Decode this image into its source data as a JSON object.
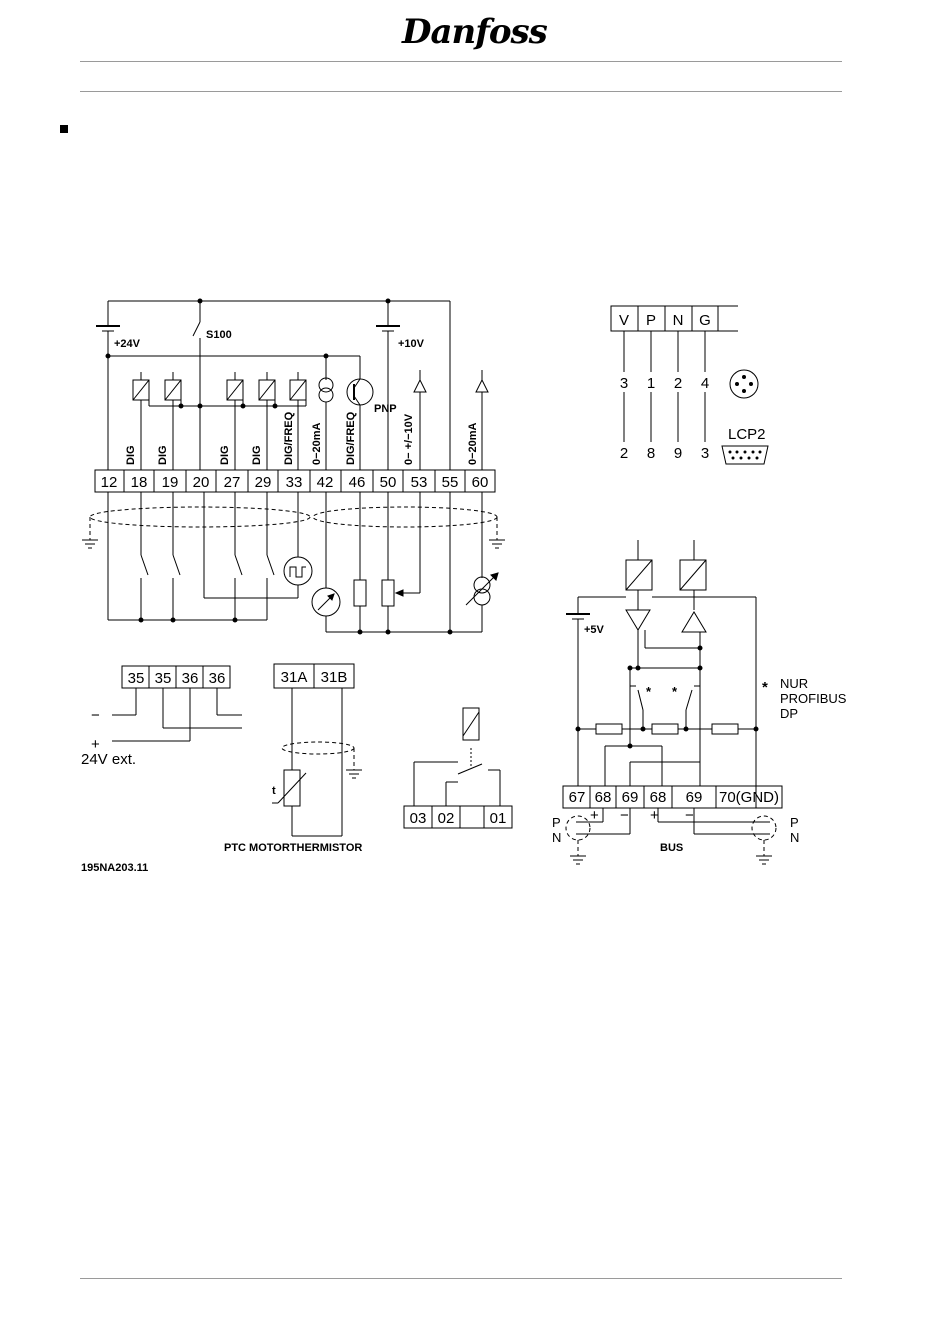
{
  "header": {
    "brand": "Danfoss"
  },
  "main_block": {
    "supply_24v": "+24V",
    "supply_10v": "+10V",
    "switch": "S100",
    "transistor": "PNP",
    "terminals": [
      "12",
      "18",
      "19",
      "20",
      "27",
      "29",
      "33",
      "42",
      "46",
      "50",
      "53",
      "55",
      "60"
    ],
    "vertical_labels": {
      "t18": "DIG",
      "t19": "DIG",
      "t27": "DIG",
      "t29": "DIG",
      "t33": "DIG/FREQ",
      "t42": "0−20mA",
      "t46": "DIG/FREQ",
      "t53": "0− +/−10V",
      "t60": "0−20mA"
    }
  },
  "lcp": {
    "header_cells": [
      "V",
      "P",
      "N",
      "G"
    ],
    "top_numbers": [
      "3",
      "1",
      "2",
      "4"
    ],
    "bottom_numbers": [
      "2",
      "8",
      "9",
      "3"
    ],
    "label": "LCP2"
  },
  "ext_supply": {
    "terminals": [
      "35",
      "35",
      "36",
      "36"
    ],
    "minus": "−",
    "plus": "+",
    "label": "24V  ext."
  },
  "thermistor": {
    "terminals": [
      "31A",
      "31B"
    ],
    "t_symbol": "t",
    "caption": "PTC  MOTORTHERMISTOR"
  },
  "relay": {
    "terminals": [
      "03",
      "02",
      "01"
    ]
  },
  "bus": {
    "supply": "+5V",
    "asterisk1": "*",
    "asterisk2": "*",
    "note_star": "*",
    "note_line1": "NUR",
    "note_line2": "PROFIBUS",
    "note_line3": "DP",
    "terminals": [
      "67",
      "68",
      "69",
      "68",
      "69",
      "70(GND)"
    ],
    "plus1": "+",
    "minus1": "−",
    "plus2": "+",
    "minus2": "−",
    "p_left": "P",
    "n_left": "N",
    "p_right": "P",
    "n_right": "N",
    "caption": "BUS"
  },
  "figure_id": "195NA203.11"
}
